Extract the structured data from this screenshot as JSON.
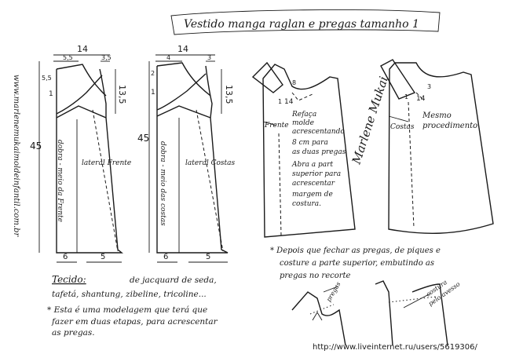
{
  "title": "Vestido manga raglan e pregas tamanho 1",
  "website_vertical": "www.marlenemukaimoldeinfantil.com.br",
  "footer_url": "http://www.liveinternet.ru/users/5619306/",
  "signature": "Marlene Mukai",
  "front_pattern": {
    "top_width": "14",
    "neck_width": "5,5",
    "shoulder_small": "3,5",
    "neck_drop": "5,5",
    "upper_mark": "1",
    "armhole_height": "13,5",
    "length": "45",
    "side_label": "lateral Frente",
    "fold_label": "dobra - meio da Frente",
    "hem_left": "6",
    "hem_right": "5"
  },
  "back_pattern": {
    "top_width": "14",
    "neck_width": "4",
    "shoulder_small": "3",
    "neck_drop": "2",
    "upper_mark": "1",
    "armhole_height": "13,5",
    "length": "45",
    "side_label": "lateral Costas",
    "fold_label": "dobra - meio das costas",
    "hem_left": "6",
    "hem_right": "5"
  },
  "front_pleat_piece": {
    "label_frente": "Frente",
    "note_lines": [
      "Refaça",
      "molde",
      "acrescentando",
      "8 cm para",
      "as duas pregas",
      "Abra a part",
      "superior para",
      "acrescentar",
      "margem de",
      "costura."
    ],
    "marks": [
      "8",
      "14",
      "1"
    ]
  },
  "back_pleat_piece": {
    "label_costas": "Costas",
    "note_lines": [
      "Mesmo",
      "procedimento"
    ],
    "marks": [
      "1",
      "14",
      "3"
    ]
  },
  "fabric_note": {
    "label": "Tecido:",
    "line1": "de jacquard de seda,",
    "line2": "tafetá, shantung, zibeline, tricoline...",
    "note_line1": "* Esta é uma modelagem que terá que",
    "note_line2": "fazer em duas etapas, para acrescentar",
    "note_line3": "as pregas."
  },
  "pleat_note": {
    "line1": "* Depois que fechar as pregas, de piques e",
    "line2": "costure a parte superior, embutindo as",
    "line3": "pregas no recorte"
  },
  "detail_labels": {
    "pregas": "pregas",
    "costura": "costura",
    "pelo_avesso": "pelo avesso"
  }
}
